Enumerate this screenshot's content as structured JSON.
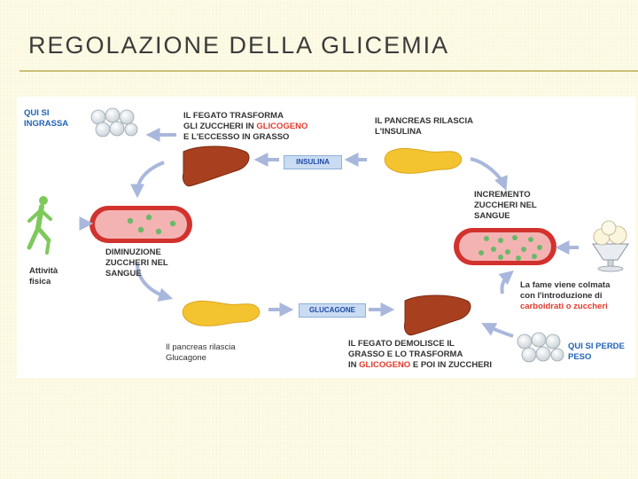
{
  "slide": {
    "title": "REGOLAZIONE DELLA GLICEMIA"
  },
  "diagram": {
    "labels": {
      "qui_si_ingrassa": [
        "QUI SI",
        "INGRASSA"
      ],
      "fegato_trasforma": {
        "line1": "IL FEGATO TRASFORMA",
        "line2_a": "GLI ZUCCHERI IN ",
        "line2_b": "GLICOGENO",
        "line3": "E L'ECCESSO IN GRASSO"
      },
      "pancreas_rilascia_insulina": [
        "IL PANCREAS RILASCIA",
        "L'INSULINA"
      ],
      "insulina_tag": "INSULINA",
      "incremento": [
        "INCREMENTO",
        "ZUCCHERI NEL",
        "SANGUE"
      ],
      "diminuzione": [
        "DIMINUZIONE",
        "ZUCCHERI NEL",
        "SANGUE"
      ],
      "attivita_fisica": [
        "Attività",
        "fisica"
      ],
      "fame": {
        "line1": "La fame viene colmata",
        "line2": "con l'introduzione di",
        "line3": "carboidrati o zuccheri"
      },
      "glucagone_tag": "GLUCAGONE",
      "pancreas_glucagone": [
        "Il pancreas rilascia",
        "Glucagone"
      ],
      "fegato_demolisce": {
        "line1": "IL FEGATO DEMOLISCE IL",
        "line2": "GRASSO E LO TRASFORMA",
        "line3_a": "IN ",
        "line3_b": "GLICOGENO",
        "line3_c": " E POI IN ZUCCHERI"
      },
      "qui_si_perde_peso": [
        "QUI SI PERDE",
        "PESO"
      ]
    },
    "colors": {
      "arrow": "#a9b7dc",
      "blue_text": "#1f63b8",
      "red_text": "#e23a2c",
      "liver": "#a8401f",
      "pancreas": "#f4c430",
      "vessel": "#d2322d",
      "glucose": "#6bb86a",
      "runner": "#7dc95b"
    },
    "icons": [
      "fat-cells-icon",
      "liver-icon",
      "pancreas-icon",
      "blood-vessel-icon",
      "runner-icon",
      "ice-cream-icon"
    ]
  }
}
